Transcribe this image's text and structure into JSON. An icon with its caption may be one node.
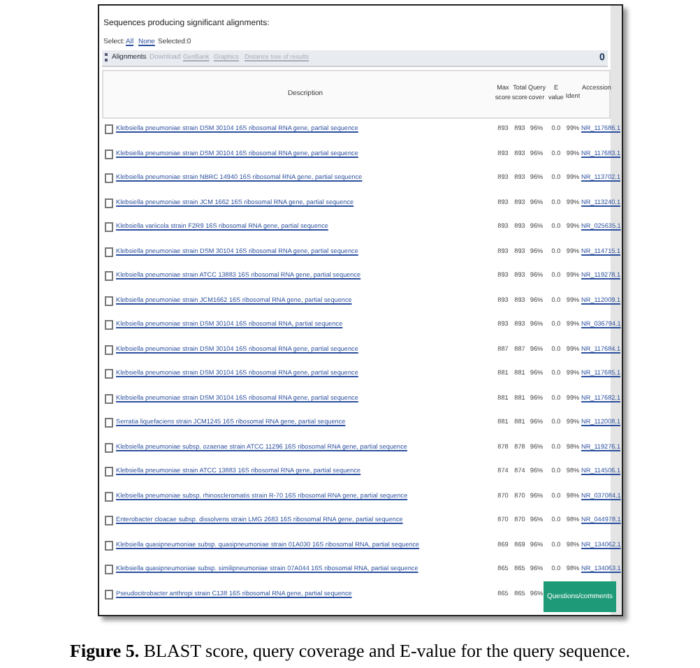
{
  "diagram": {
    "caption": "**Figure 5.** BLAST score, query coverage and E-value for the query sequence.",
    "labels": [
      "Sequences producing significant alignments:",
      "Select:",
      "All",
      "None",
      "Selected:0",
      "Alignments",
      "Download",
      "GenBank",
      "Graphics",
      "Distance tree of results",
      "0",
      "Description",
      "Max score",
      "Total score",
      "Query cover",
      "E value",
      "Ident",
      "Accession",
      "Klebsiella pneumoniae strain DSM 30104 16S ribosomal RNA gene, partial sequence",
      "893",
      "893",
      "96%",
      "0.0",
      "99%",
      "NR_117686.1",
      "Klebsiella pneumoniae strain DSM 30104 16S ribosomal RNA gene, partial sequence",
      "893",
      "893",
      "96%",
      "0.0",
      "99%",
      "NR_117683.1",
      "Klebsiella pneumoniae strain NBRC 14940 16S ribosomal RNA gene, partial sequence",
      "893",
      "893",
      "96%",
      "0.0",
      "99%",
      "NR_113702.1",
      "Klebsiella pneumoniae strain JCM 1662 16S ribosomal RNA gene, partial sequence",
      "893",
      "893",
      "96%",
      "0.0",
      "99%",
      "NR_113240.1",
      "Klebsiella variicola strain F2R9 16S ribosomal RNA gene, partial sequence",
      "893",
      "893",
      "96%",
      "0.0",
      "99%",
      "NR_025635.1",
      "Klebsiella pneumoniae strain DSM 30104 16S ribosomal RNA gene, partial sequence",
      "893",
      "893",
      "96%",
      "0.0",
      "99%",
      "NR_114715.1",
      "Klebsiella pneumoniae strain ATCC 13883 16S ribosomal RNA gene, partial sequence",
      "893",
      "893",
      "96%",
      "0.0",
      "99%",
      "NR_119278.1",
      "Klebsiella pneumoniae strain JCM1662 16S ribosomal RNA gene, partial sequence",
      "893",
      "893",
      "96%",
      "0.0",
      "99%",
      "NR_112009.1",
      "Klebsiella pneumoniae strain DSM 30104 16S ribosomal RNA, partial sequence",
      "893",
      "893",
      "96%",
      "0.0",
      "99%",
      "NR_036794.1",
      "Klebsiella pneumoniae strain DSM 30104 16S ribosomal RNA gene, partial sequence",
      "887",
      "887",
      "96%",
      "0.0",
      "99%",
      "NR_117684.1",
      "Klebsiella pneumoniae strain DSM 30104 16S ribosomal RNA gene, partial sequence",
      "881",
      "881",
      "96%",
      "0.0",
      "99%",
      "NR_117685.1",
      "Klebsiella pneumoniae strain DSM 30104 16S ribosomal RNA gene, partial sequence",
      "881",
      "881",
      "96%",
      "0.0",
      "99%",
      "NR_117682.1",
      "Serratia liquefaciens strain JCM1245 16S ribosomal RNA gene, partial sequence",
      "881",
      "881",
      "96%",
      "0.0",
      "99%",
      "NR_112008.1",
      "Klebsiella pneumoniae subsp. ozaenae strain ATCC 11296 16S ribosomal RNA gene, partial sequence",
      "878",
      "878",
      "96%",
      "0.0",
      "98%",
      "NR_119276.1",
      "Klebsiella pneumoniae strain ATCC 13883 16S ribosomal RNA gene, partial sequence",
      "874",
      "874",
      "96%",
      "0.0",
      "98%",
      "NR_114506.1",
      "Klebsiella pneumoniae subsp. rhinoscleromatis strain R-70 16S ribosomal RNA gene, partial sequence",
      "870",
      "870",
      "96%",
      "0.0",
      "98%",
      "NR_037084.1",
      "Enterobacter cloacae subsp. dissolvens strain LMG 2683 16S ribosomal RNA gene, partial sequence",
      "870",
      "870",
      "96%",
      "0.0",
      "98%",
      "NR_044978.1",
      "Klebsiella quasipneumoniae subsp. quasipneumoniae strain 01A030 16S ribosomal RNA, partial sequence",
      "869",
      "869",
      "96%",
      "0.0",
      "98%",
      "NR_134062.1",
      "Klebsiella quasipneumoniae subsp. similipneumoniae strain 07A044 16S ribosomal RNA, partial sequence",
      "865",
      "865",
      "96%",
      "0.0",
      "98%",
      "NR_134063.1",
      "Pseudocitrobacter anthropi strain C138 16S ribosomal RNA gene, partial sequence",
      "865",
      "865",
      "96%",
      "Questions/comments"
    ]
  }
}
